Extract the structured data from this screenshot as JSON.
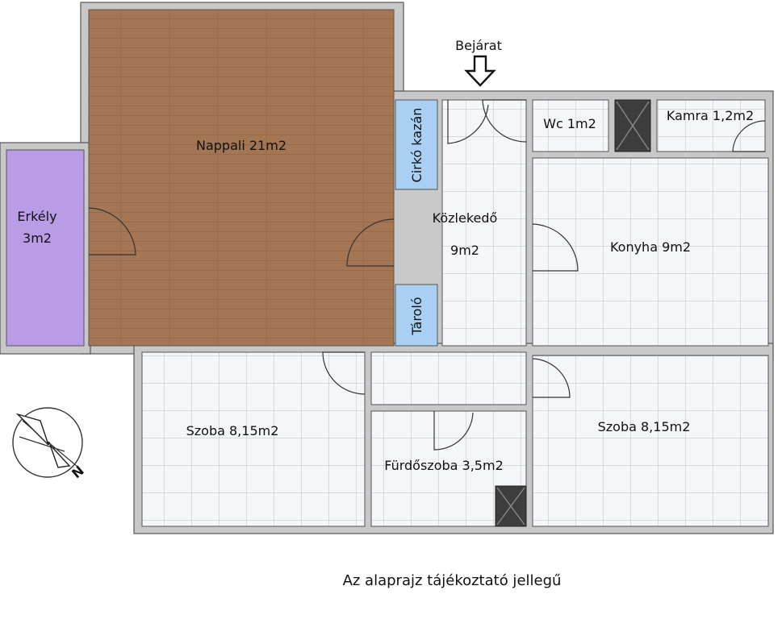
{
  "entrance_label": "Bejárat",
  "caption": "Az alaprajz tájékoztató jellegű",
  "rooms": {
    "nappali": "Nappali 21m2",
    "erkely_1": "Erkély",
    "erkely_2": "3m2",
    "cirko": "Cirkó kazán",
    "tarolo": "Tároló",
    "kozlekedo_1": "Közlekedő",
    "kozlekedo_2": "9m2",
    "wc": "Wc 1m2",
    "kamra": "Kamra 1,2m2",
    "konyha": "Konyha 9m2",
    "szoba_left": "Szoba 8,15m2",
    "szoba_right": "Szoba 8,15m2",
    "furdo": "Fürdőszoba 3,5m2"
  },
  "compass_label": "N",
  "colors": {
    "nappali": "#a47654",
    "erkely": "#b99be6",
    "utility": "#a9d0f2",
    "tile": "#f4f6f9",
    "wall": "#c8c8c8",
    "shaft": "#3d3d3d"
  }
}
